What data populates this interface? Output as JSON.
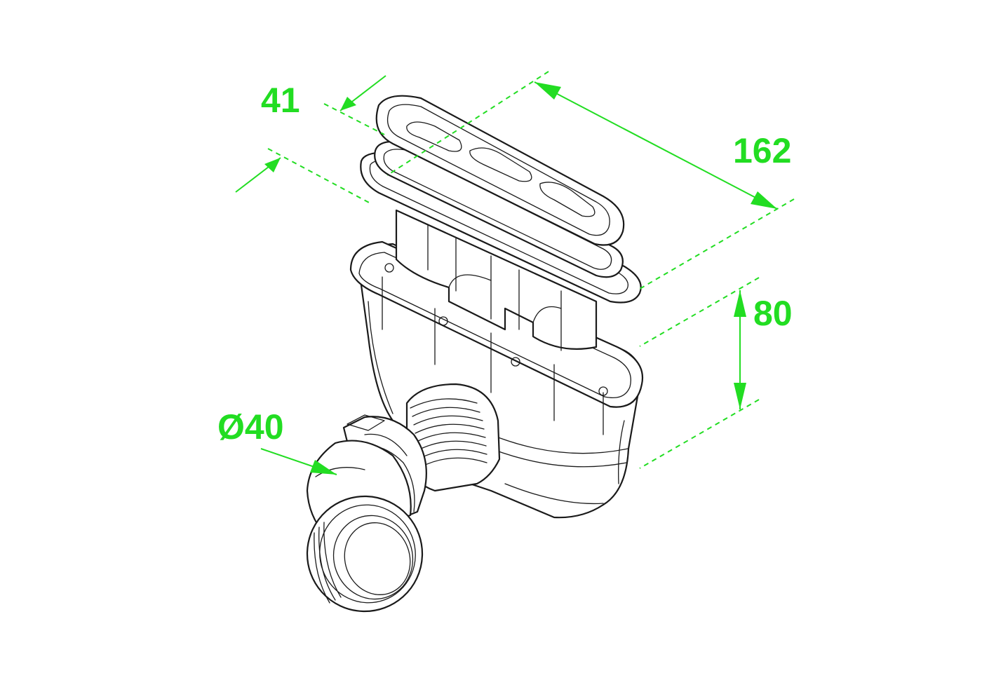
{
  "colors": {
    "dimension": "#22dd22",
    "outline": "#1a1a1a",
    "background": "#ffffff"
  },
  "dimensions": {
    "width": {
      "label": "41"
    },
    "length": {
      "label": "162"
    },
    "height": {
      "label": "80"
    },
    "diameter": {
      "label": "Ø40"
    }
  }
}
